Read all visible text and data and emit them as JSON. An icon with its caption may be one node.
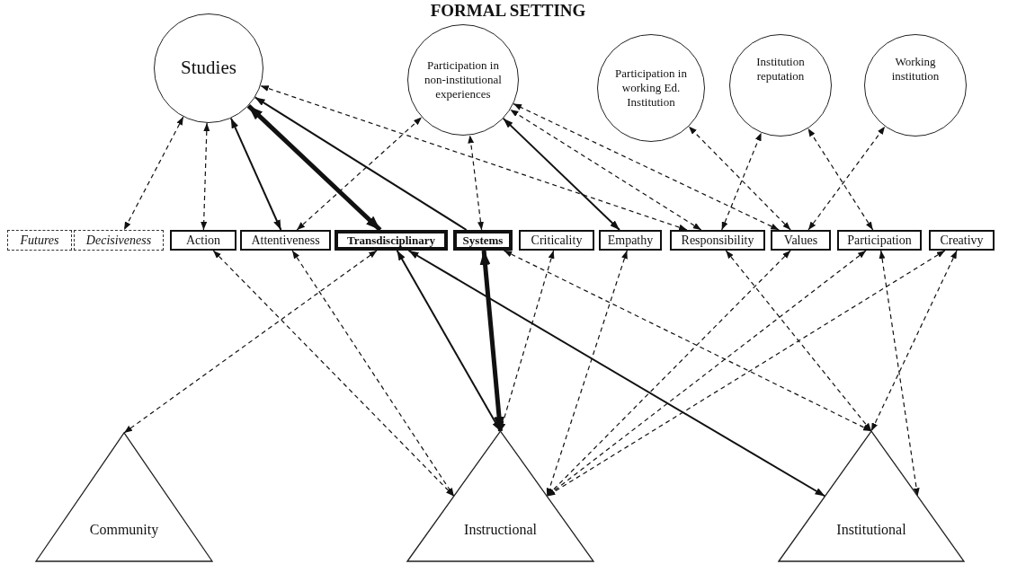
{
  "diagram": {
    "title": "FORMAL SETTING",
    "nodes": [
      {
        "text": [
          "Studies"
        ]
      },
      {
        "text": [
          "Participation in non-institutional experiences"
        ]
      },
      {
        "text": [
          "Participation in working Ed. Institution"
        ]
      },
      {
        "text": [
          "Institution reputation"
        ]
      },
      {
        "text": [
          "Working institution"
        ]
      },
      {
        "text": [
          "Futures"
        ]
      },
      {
        "text": [
          "Decisiveness"
        ]
      },
      {
        "text": [
          "Action"
        ]
      },
      {
        "text": [
          "Attentiveness"
        ]
      },
      {
        "text": [
          "Transdisciplinary"
        ]
      },
      {
        "text": [
          "Systems"
        ]
      },
      {
        "text": [
          "Criticality"
        ]
      },
      {
        "text": [
          "Empathy"
        ]
      },
      {
        "text": [
          "Responsibility"
        ]
      },
      {
        "text": [
          "Values"
        ]
      },
      {
        "text": [
          "Participation"
        ]
      },
      {
        "text": [
          "Creativy"
        ]
      },
      {
        "text": [
          "Community"
        ]
      },
      {
        "text": [
          "Instructional"
        ]
      },
      {
        "text": [
          "Institutional"
        ]
      }
    ],
    "edges": [
      {
        "from": 0,
        "to": 6,
        "arrow": "both",
        "style": "dashed"
      },
      {
        "from": 0,
        "to": 7,
        "arrow": "both",
        "style": "dashed"
      },
      {
        "from": 8,
        "to": 0,
        "arrow": "both"
      },
      {
        "from": 9,
        "to": 0,
        "arrow": "both",
        "style": "thick"
      },
      {
        "from": 10,
        "to": 0,
        "arrow": "to"
      },
      {
        "from": 8,
        "to": 1,
        "arrow": "both",
        "style": "dashed"
      },
      {
        "from": 10,
        "to": 1,
        "arrow": "both",
        "style": "dashed"
      },
      {
        "from": 12,
        "to": 1,
        "arrow": "both"
      },
      {
        "from": 13,
        "to": 0,
        "arrow": "both",
        "style": "dashed"
      },
      {
        "from": 13,
        "to": 1,
        "arrow": "both",
        "style": "dashed"
      },
      {
        "from": 14,
        "to": 1,
        "arrow": "both",
        "style": "dashed"
      },
      {
        "from": 14,
        "to": 2,
        "arrow": "both",
        "style": "dashed"
      },
      {
        "from": 13,
        "to": 3,
        "arrow": "both",
        "style": "dashed"
      },
      {
        "from": 15,
        "to": 3,
        "arrow": "both",
        "style": "dashed"
      },
      {
        "from": 14,
        "to": 4,
        "arrow": "both",
        "style": "dashed"
      },
      {
        "from": 7,
        "to": 18,
        "arrow": "both",
        "style": "dashed"
      },
      {
        "from": 8,
        "to": 18,
        "arrow": "both",
        "style": "dashed"
      },
      {
        "from": 9,
        "to": 17,
        "arrow": "both",
        "style": "dashed"
      },
      {
        "from": 9,
        "to": 18,
        "arrow": "both"
      },
      {
        "from": 9,
        "to": 19,
        "arrow": "both"
      },
      {
        "from": 10,
        "to": 18,
        "arrow": "both",
        "style": "thick"
      },
      {
        "from": 10,
        "to": 19,
        "arrow": "both",
        "style": "dashed"
      },
      {
        "from": 11,
        "to": 18,
        "arrow": "both",
        "style": "dashed"
      },
      {
        "from": 12,
        "to": 18,
        "arrow": "both",
        "style": "dashed"
      },
      {
        "from": 13,
        "to": 19,
        "arrow": "both",
        "style": "dashed"
      },
      {
        "from": 14,
        "to": 18,
        "arrow": "both",
        "style": "dashed"
      },
      {
        "from": 15,
        "to": 18,
        "arrow": "both",
        "style": "dashed"
      },
      {
        "from": 16,
        "to": 18,
        "arrow": "both",
        "style": "dashed"
      },
      {
        "from": 16,
        "to": 19,
        "arrow": "both",
        "style": "dashed"
      },
      {
        "from": 15,
        "to": 19,
        "arrow": "both",
        "style": "dashed"
      }
    ]
  }
}
